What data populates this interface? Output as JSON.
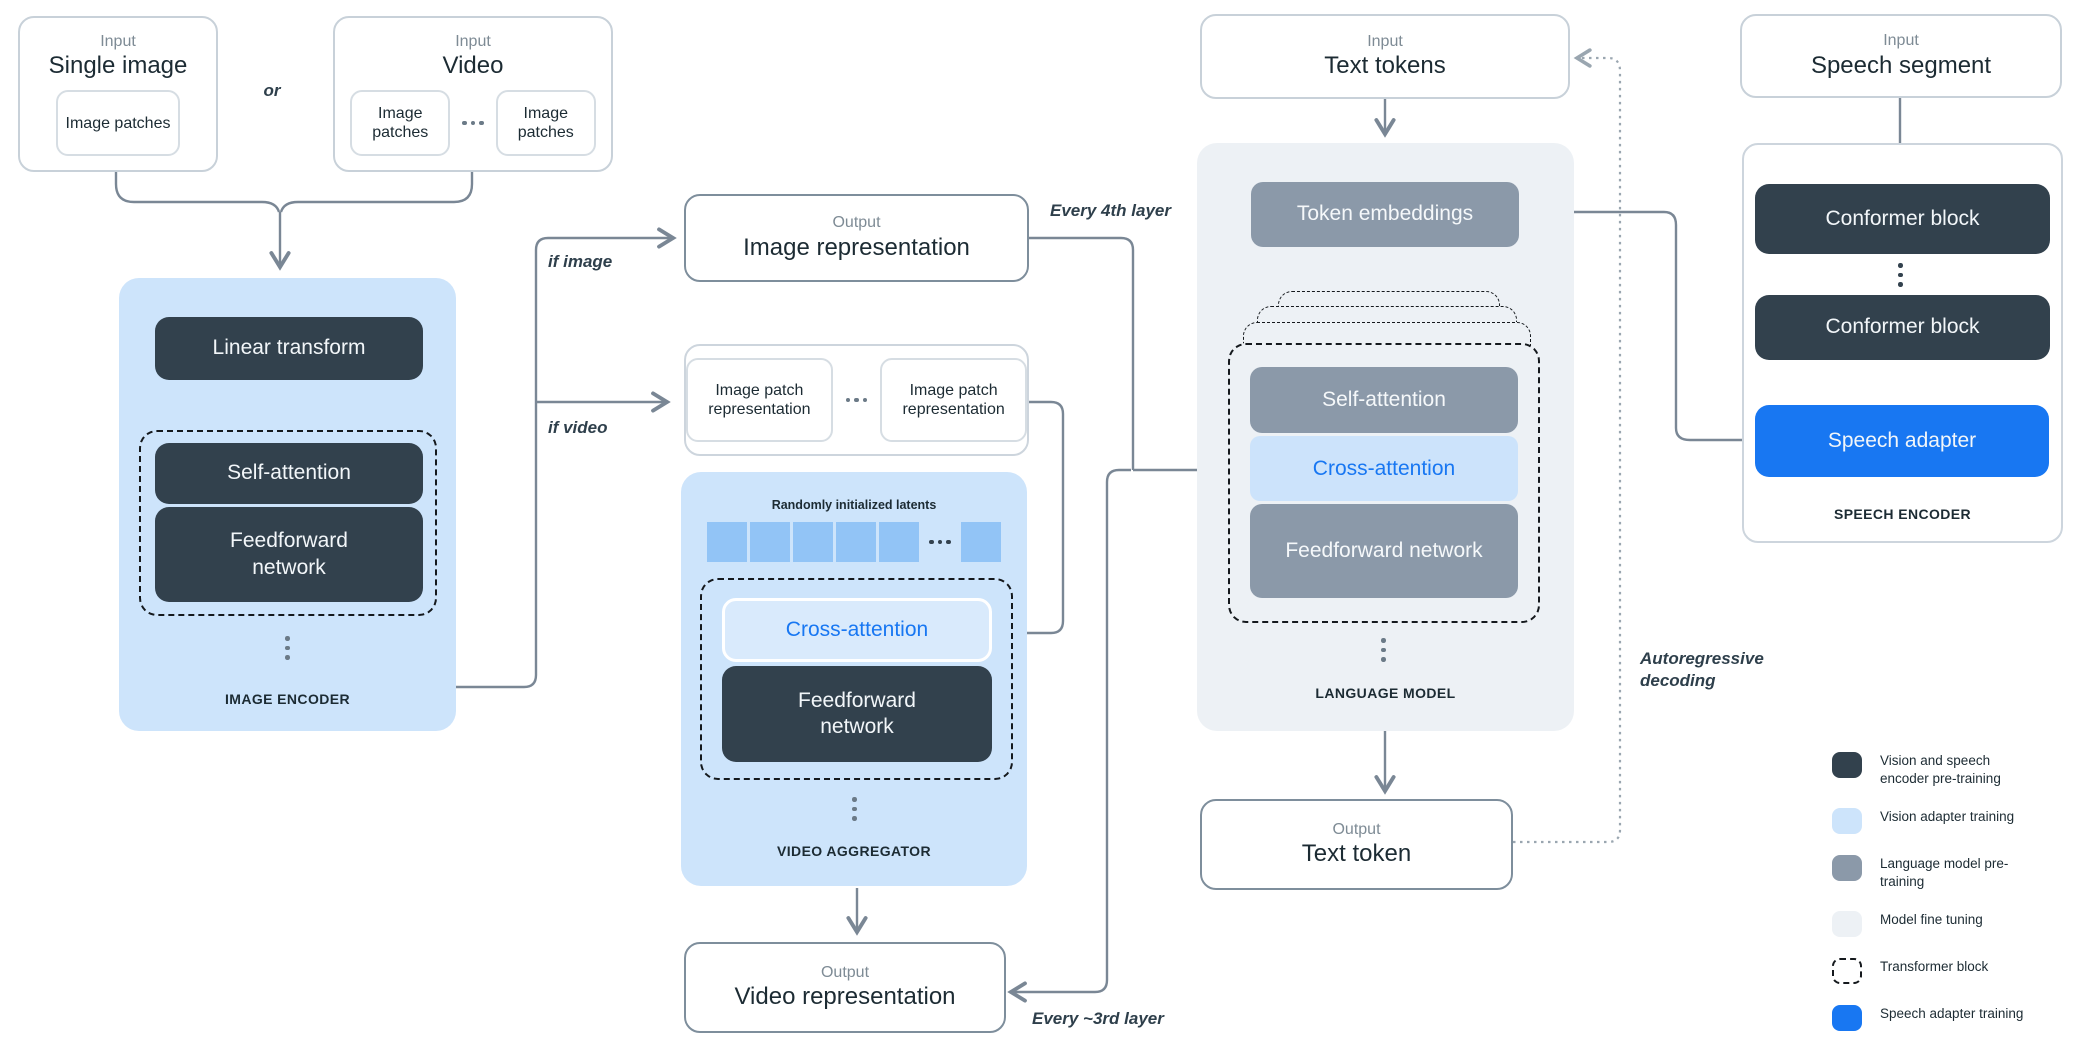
{
  "inputs": {
    "single_image": {
      "kicker": "Input",
      "title": "Single image",
      "patch": "Image patches"
    },
    "video": {
      "kicker": "Input",
      "title": "Video",
      "patch1": "Image patches",
      "patch2": "Image patches"
    },
    "text_tokens": {
      "kicker": "Input",
      "title": "Text tokens"
    },
    "speech": {
      "kicker": "Input",
      "title": "Speech segment"
    }
  },
  "image_encoder": {
    "label": "IMAGE ENCODER",
    "linear_transform": "Linear transform",
    "self_attention": "Self-attention",
    "feedforward": "Feedforward network"
  },
  "patch_reps": {
    "left": "Image patch representation",
    "right": "Image patch representation"
  },
  "video_aggregator": {
    "label": "VIDEO AGGREGATOR",
    "latents_label": "Randomly initialized latents",
    "cross_attention": "Cross-attention",
    "feedforward": "Feedforward network"
  },
  "language_model": {
    "label": "LANGUAGE MODEL",
    "token_embeddings": "Token embeddings",
    "self_attention": "Self-attention",
    "cross_attention": "Cross-attention",
    "feedforward": "Feedforward network"
  },
  "speech_encoder": {
    "label": "SPEECH ENCODER",
    "conformer1": "Conformer block",
    "conformer2": "Conformer block",
    "adapter": "Speech adapter"
  },
  "outputs": {
    "image_rep": {
      "kicker": "Output",
      "title": "Image representation"
    },
    "video_rep": {
      "kicker": "Output",
      "title": "Video representation"
    },
    "text_token": {
      "kicker": "Output",
      "title": "Text token"
    }
  },
  "annotations": {
    "or": "or",
    "if_image": "if image",
    "if_video": "if video",
    "every_4th": "Every 4th layer",
    "every_3rd": "Every ~3rd layer",
    "autoregressive": "Autoregressive decoding"
  },
  "legend": {
    "items": [
      {
        "swatch": "dark-swatch",
        "label": "Vision and speech encoder pre-training"
      },
      {
        "swatch": "lightblue-swatch",
        "label": "Vision adapter training"
      },
      {
        "swatch": "slate-swatch",
        "label": "Language model pre-training"
      },
      {
        "swatch": "faint-swatch",
        "label": "Model fine tuning"
      },
      {
        "swatch": "dashed-swatch",
        "label": "Transformer block"
      },
      {
        "swatch": "blue-swatch",
        "label": "Speech adapter training"
      }
    ]
  },
  "colors": {
    "dark_navy": "#32414D",
    "light_blue": "#CDE4FB",
    "slate_gray": "#8B99A9",
    "faint_gray": "#EDF1F5",
    "accent_blue": "#1877F2",
    "latent_blue": "#92C4F6",
    "wire_gray": "#7A8795"
  }
}
